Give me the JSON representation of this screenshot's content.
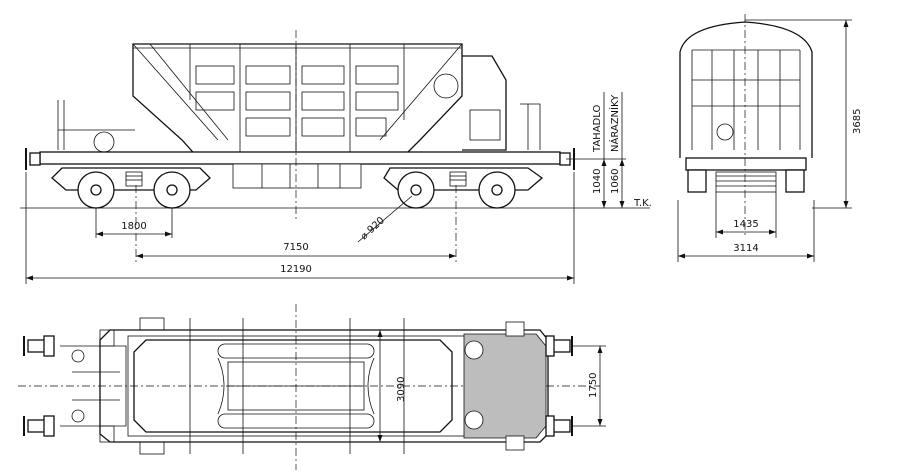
{
  "dimensions": {
    "bogie_wheelbase": "1800",
    "bogie_centers": "7150",
    "length_over_buffers": "12190",
    "wheel_diameter": "⌀ 920",
    "buffer_height_1040": "1040",
    "coupler_height_1060": "1060",
    "height_3685": "3685",
    "gauge_1435": "1435",
    "width_3114": "3114",
    "width_3090": "3090",
    "buffer_spacing_1750": "1750"
  },
  "labels": {
    "tahadlo": "TAHADLO",
    "narazniky": "NÁRAZNÍKY",
    "rail_top": "T.K."
  },
  "colors": {
    "ink": "#111111",
    "paper": "#ffffff",
    "hatch": "#bdbdbd"
  }
}
